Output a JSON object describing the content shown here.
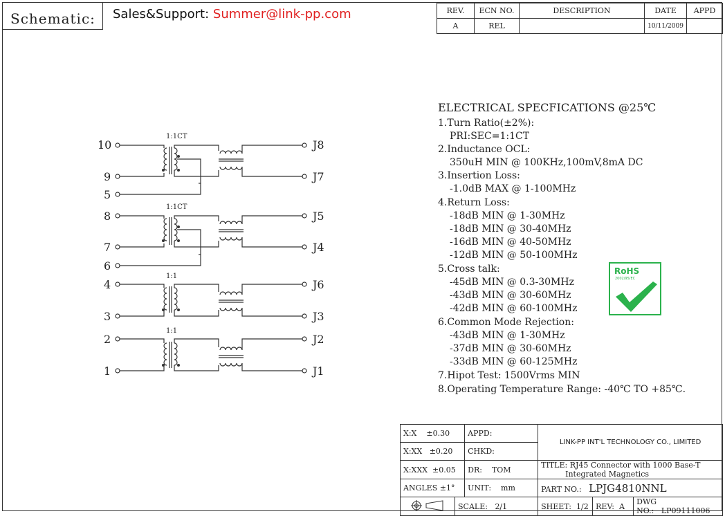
{
  "header": {
    "schematic_label": "Schematic:",
    "sales_label": "Sales&Support: ",
    "sales_email": "Summer@link-pp.com"
  },
  "revision_table": {
    "headers": [
      "REV.",
      "ECN NO.",
      "DESCRIPTION",
      "DATE",
      "APPD"
    ],
    "row": [
      "A",
      "REL",
      "",
      "10/11/2009",
      ""
    ]
  },
  "schematic": {
    "ratios": [
      "1:1CT",
      "1:1CT",
      "1:1",
      "1:1"
    ],
    "left_pins": [
      "10",
      "9",
      "5",
      "8",
      "7",
      "6",
      "4",
      "3",
      "2",
      "1"
    ],
    "right_pins": [
      "J8",
      "J7",
      "J5",
      "J4",
      "J6",
      "J3",
      "J2",
      "J1"
    ]
  },
  "specs": {
    "title": "ELECTRICAL SPECFICATIONS @25℃",
    "lines": [
      "1.Turn Ratio(±2%):",
      "PRI:SEC=1:1CT",
      "2.Inductance OCL:",
      "350uH MIN @ 100KHz,100mV,8mA DC",
      "3.Insertion Loss:",
      "-1.0dB MAX @ 1-100MHz",
      "4.Return Loss:",
      "-18dB MIN @ 1-30MHz",
      "-18dB MIN @ 30-40MHz",
      "-16dB MIN @ 40-50MHz",
      "-12dB MIN @ 50-100MHz",
      "5.Cross talk:",
      "-45dB MIN @ 0.3-30MHz",
      "-43dB MIN @ 30-60MHz",
      "-42dB MIN @ 60-100MHz",
      "6.Common Mode Rejection:",
      "-43dB MIN @ 1-30MHz",
      "-37dB MIN @ 30-60MHz",
      "-33dB MIN @ 60-125MHz",
      "7.Hipot Test: 1500Vrms MIN",
      "8.Operating Temperature Range: -40℃ TO +85℃."
    ]
  },
  "rohs": {
    "label": "RoHS",
    "date": "2002/95/EC"
  },
  "title_block": {
    "tol1_label": "X:X",
    "tol1_value": "±0.30",
    "tol2_label": "X:XX",
    "tol2_value": "±0.20",
    "tol3_label": "X:XXX",
    "tol3_value": "±0.05",
    "angles": "ANGLES ±1°",
    "appd": "APPD:",
    "chkd": "CHKD:",
    "dr_label": "DR:",
    "dr_value": "TOM",
    "unit_label": "UNIT:",
    "unit_value": "mm",
    "company": "LINK-PP INT'L TECHNOLOGY CO., LIMITED",
    "title_label": "TITLE:",
    "title_line1": "RJ45 Connector with 1000 Base-T",
    "title_line2": "Integrated Magnetics",
    "part_label": "PART NO.:",
    "part_value": "LPJG4810NNL",
    "scale_label": "SCALE:",
    "scale_value": "2/1",
    "sheet_label": "SHEET:",
    "sheet_value": "1/2",
    "rev_label": "REV:",
    "rev_value": "A",
    "dwg_label": "DWG NO.:",
    "dwg_value": "LP09111006"
  }
}
